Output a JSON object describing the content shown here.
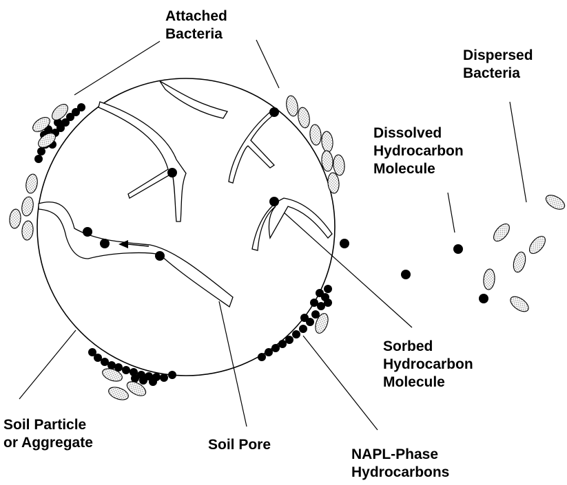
{
  "labels": {
    "attached_bacteria": [
      "Attached",
      "Bacteria"
    ],
    "dispersed_bacteria": [
      "Dispersed",
      "Bacteria"
    ],
    "dissolved_molecule": [
      "Dissolved",
      "Hydrocarbon",
      "Molecule"
    ],
    "sorbed_molecule": [
      "Sorbed",
      "Hydrocarbon",
      "Molecule"
    ],
    "soil_particle": [
      "Soil Particle",
      "or Aggregate"
    ],
    "soil_pore": [
      "Soil Pore"
    ],
    "napl_phase": [
      "NAPL-Phase",
      "Hydrocarbons"
    ]
  },
  "colors": {
    "line": "#000000",
    "background": "#ffffff",
    "bacteria_fill": "#d9d9d9",
    "molecule_fill": "#000000"
  },
  "icons": {
    "bacterium": "stippled-ellipse",
    "molecule": "black-dot",
    "pore_arrow": "arrow-left"
  }
}
